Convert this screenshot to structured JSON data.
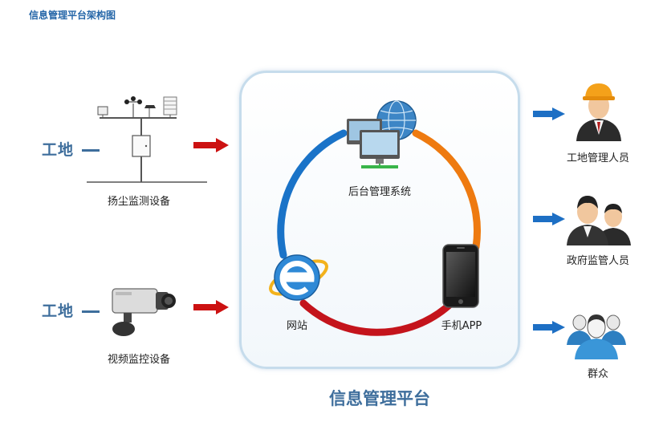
{
  "title": "信息管理平台架构图",
  "sources": [
    {
      "site_label": "工地",
      "device_label": "扬尘监测设备"
    },
    {
      "site_label": "工地",
      "device_label": "视频监控设备"
    }
  ],
  "platform": {
    "name": "信息管理平台",
    "nodes": {
      "backend": "后台管理系统",
      "website": "网站",
      "mobile_app": "手机APP"
    }
  },
  "users": [
    {
      "label": "工地管理人员"
    },
    {
      "label": "政府监管人员"
    },
    {
      "label": "群众"
    }
  ],
  "colors": {
    "title": "#2566a8",
    "label_blue": "#3e6e9c",
    "arrow_red": "#cc1111",
    "arrow_blue": "#1d6fc4",
    "ring_blue": "#1a73c8",
    "ring_orange": "#ee7a10",
    "ring_red": "#c4141c"
  }
}
